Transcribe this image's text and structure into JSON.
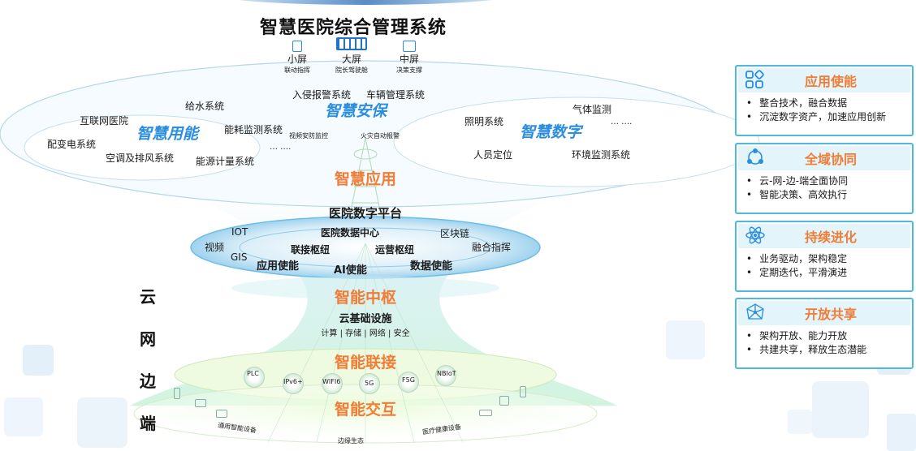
{
  "title": "智慧医院综合管理系统",
  "screens": [
    {
      "label": "小屏",
      "sub": "联动指挥"
    },
    {
      "label": "大屏",
      "sub": "院长驾驶舱"
    },
    {
      "label": "中屏",
      "sub": "决策支撑"
    }
  ],
  "top_systems": {
    "intrusion": "入侵报警系统",
    "vehicle": "车辆管理系统",
    "water": "给水系统",
    "internet_hospital": "互联网医院",
    "energy_monitor": "能耗监测系统",
    "video": "视频安防监控",
    "fire": "火灾自动报警",
    "power": "配变电系统",
    "hvac": "空调及排风系统",
    "metering": "能源计量系统",
    "ellipsis_left": "… ….",
    "lighting": "照明系统",
    "gas": "气体监测",
    "ellipsis_right": "… ….",
    "positioning": "人员定位",
    "env_monitor": "环境监测系统"
  },
  "ovals": {
    "energy": "智慧用能",
    "security": "智慧安保",
    "digital": "智慧数字"
  },
  "smart_app": "智慧应用",
  "platform": {
    "title": "医院数字平台",
    "iot": "IOT",
    "datacenter": "医院数据中心",
    "blockchain": "区块链",
    "video": "视频",
    "gis": "GIS",
    "link_hub": "联接枢纽",
    "ops_hub": "运营枢纽",
    "fusion": "融合指挥",
    "app_enable": "应用使能",
    "ai_enable": "AI使能",
    "data_enable": "数据使能"
  },
  "hub": "智能中枢",
  "cloud": {
    "title": "云基础设施",
    "items": "计算 | 存储 | 网络 | 安全"
  },
  "connect": "智能联接",
  "protocols": [
    "PLC",
    "IPv6+",
    "WIFI6",
    "5G",
    "F5G",
    "NBIoT"
  ],
  "interact": "智能交互",
  "devices": [
    "通用智能设备",
    "边缘生态",
    "医疗健康设备"
  ],
  "side_label": [
    "云",
    "网",
    "边",
    "端"
  ],
  "cards": [
    {
      "title": "应用使能",
      "icon": "apps-grid-icon",
      "items": [
        "整合技术，融合数据",
        "沉淀数字资产，加速应用创新"
      ]
    },
    {
      "title": "全域协同",
      "icon": "collaboration-icon",
      "items": [
        "云-网-边-端全面协同",
        "智能决策、高效执行"
      ]
    },
    {
      "title": "持续进化",
      "icon": "atom-icon",
      "items": [
        "业务驱动，架构稳定",
        "定期迭代，平滑演进"
      ]
    },
    {
      "title": "开放共享",
      "icon": "network-share-icon",
      "items": [
        "架构开放、能力开放",
        "共建共享，释放生态潜能"
      ]
    }
  ],
  "colors": {
    "accent": "#f07c35",
    "blue": "#2a8de0",
    "card_border": "#4fb8de"
  }
}
